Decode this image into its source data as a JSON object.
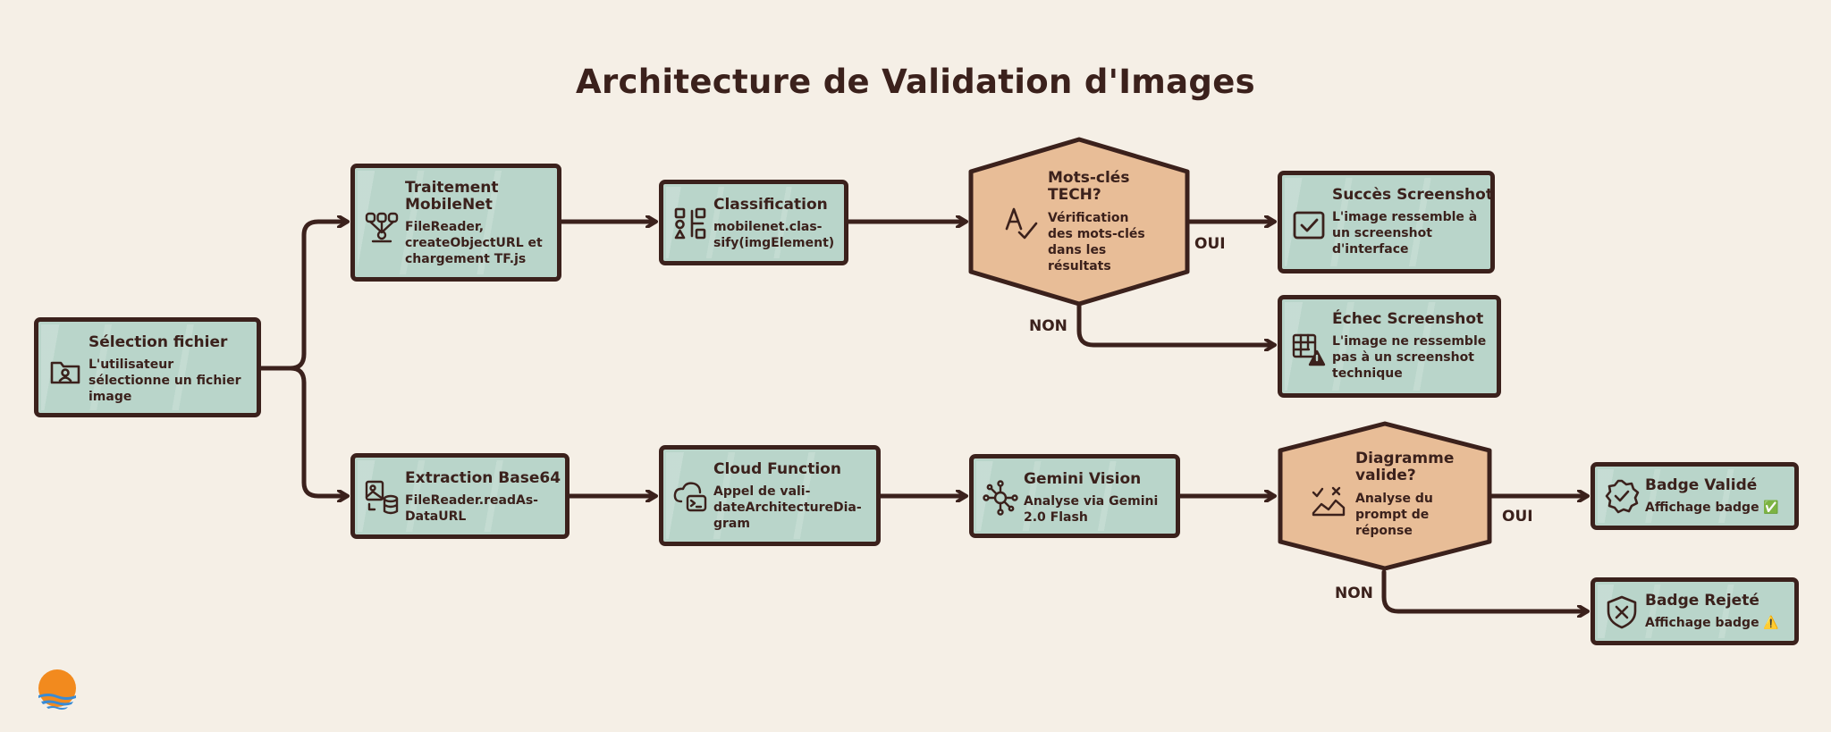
{
  "title": "Architecture de Validation d'Images",
  "colors": {
    "box": "#b9d5ca",
    "decision": "#e8bd97",
    "ink": "#3b211c",
    "background": "#f5efe6"
  },
  "nodes": {
    "selection": {
      "title": "Sélection fichier",
      "desc": "L'utilisateur sélectionne un fichier image",
      "icon": "folder-user-icon"
    },
    "mobilenet": {
      "title": "Traitement MobileNet",
      "desc": "FileReader, createObjectURL et chargement TF.js",
      "icon": "neural-network-icon"
    },
    "classification": {
      "title": "Classification",
      "desc": "mobilenet.clas-sify(imgElement)",
      "icon": "shapes-icon"
    },
    "keywords": {
      "title": "Mots-clés TECH?",
      "desc": "Vérification des mots-clés dans les résultats",
      "icon": "spell-check-icon"
    },
    "success": {
      "title": "Succès Screenshot",
      "desc": "L'image ressemble à un screenshot d'interface",
      "icon": "check-square-icon"
    },
    "failure": {
      "title": "Échec Screenshot",
      "desc": "L'image ne ressemble pas à un screenshot technique",
      "icon": "grid-warning-icon"
    },
    "base64": {
      "title": "Extraction Base64",
      "desc": "FileReader.readAs-DataURL",
      "icon": "image-database-icon"
    },
    "cloud": {
      "title": "Cloud Function",
      "desc": "Appel de vali-dateArchitectureDia-gram",
      "icon": "cloud-terminal-icon"
    },
    "gemini": {
      "title": "Gemini Vision",
      "desc": "Analyse via Gemini 2.0 Flash",
      "icon": "network-nodes-icon"
    },
    "diagram": {
      "title": "Diagramme valide?",
      "desc": "Analyse du prompt de réponse",
      "icon": "chart-check-icon"
    },
    "valid": {
      "title": "Badge Validé",
      "desc": "Affichage badge ✅",
      "icon": "badge-check-icon"
    },
    "rejected": {
      "title": "Badge Rejeté",
      "desc": "Affichage badge ⚠️",
      "icon": "shield-x-icon"
    }
  },
  "edge_labels": {
    "keywords_yes": "OUI",
    "keywords_no": "NON",
    "diagram_yes": "OUI",
    "diagram_no": "NON"
  },
  "logo": "sun-logo"
}
